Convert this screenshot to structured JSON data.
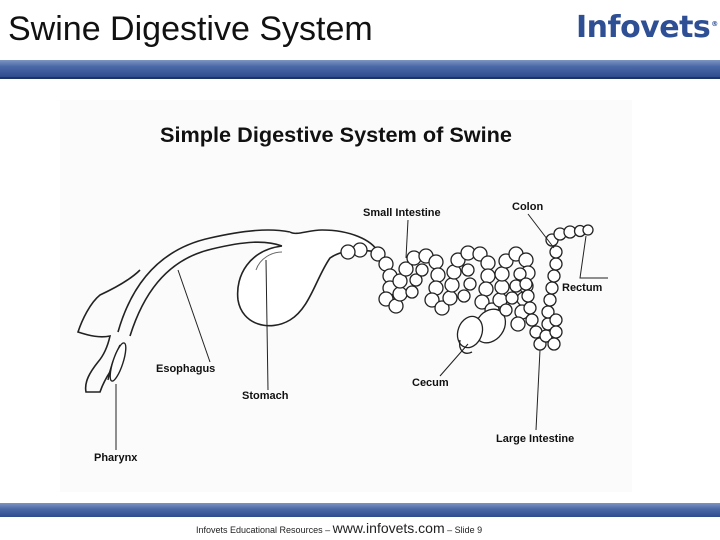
{
  "slide": {
    "title": "Swine Digestive System",
    "logo_text": "Infovets",
    "logo_mark": "®"
  },
  "figure": {
    "title": "Simple Digestive System of Swine",
    "labels": {
      "small_intestine": "Small Intestine",
      "colon": "Colon",
      "rectum": "Rectum",
      "esophagus": "Esophagus",
      "stomach": "Stomach",
      "cecum": "Cecum",
      "large_intestine": "Large Intestine",
      "pharynx": "Pharynx"
    }
  },
  "footer": {
    "prefix": "Infovets Educational Resources –",
    "url": "www.infovets.com",
    "suffix": "– Slide 9"
  },
  "colors": {
    "band": "#2f4c8e",
    "logo": "#2e4f94"
  }
}
